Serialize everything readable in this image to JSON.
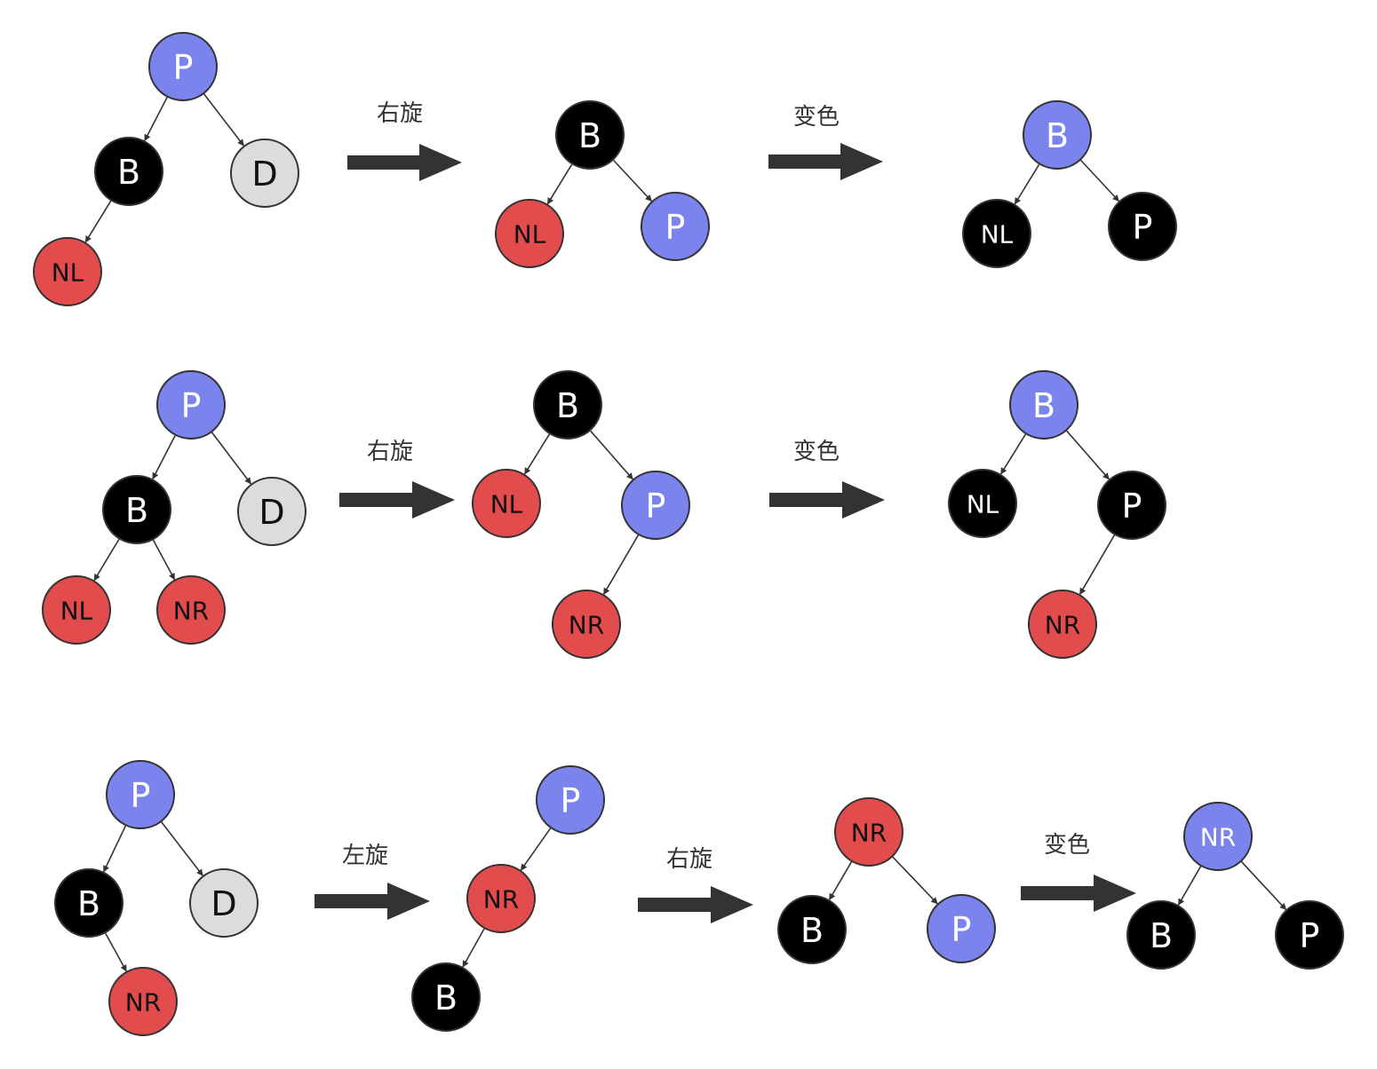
{
  "colors": {
    "blue": "#7b84ec",
    "black": "#000000",
    "red": "#e24c4c",
    "gray": "#dcdcdc",
    "outline": "#333333"
  },
  "rows": [
    {
      "steps": [
        {
          "nodes": [
            {
              "id": "P",
              "label": "P",
              "color": "blue"
            },
            {
              "id": "B",
              "label": "B",
              "color": "black"
            },
            {
              "id": "D",
              "label": "D",
              "color": "gray"
            },
            {
              "id": "NL",
              "label": "NL",
              "color": "red"
            }
          ],
          "edges": [
            [
              "P",
              "B"
            ],
            [
              "P",
              "D"
            ],
            [
              "B",
              "NL"
            ]
          ]
        },
        {
          "operation": "右旋",
          "nodes": [
            {
              "id": "B",
              "label": "B",
              "color": "black"
            },
            {
              "id": "NL",
              "label": "NL",
              "color": "red"
            },
            {
              "id": "P",
              "label": "P",
              "color": "blue"
            }
          ],
          "edges": [
            [
              "B",
              "NL"
            ],
            [
              "B",
              "P"
            ]
          ]
        },
        {
          "operation": "变色",
          "nodes": [
            {
              "id": "B",
              "label": "B",
              "color": "blue"
            },
            {
              "id": "NL",
              "label": "NL",
              "color": "black"
            },
            {
              "id": "P",
              "label": "P",
              "color": "black"
            }
          ],
          "edges": [
            [
              "B",
              "NL"
            ],
            [
              "B",
              "P"
            ]
          ]
        }
      ]
    },
    {
      "steps": [
        {
          "nodes": [
            {
              "id": "P",
              "label": "P",
              "color": "blue"
            },
            {
              "id": "B",
              "label": "B",
              "color": "black"
            },
            {
              "id": "D",
              "label": "D",
              "color": "gray"
            },
            {
              "id": "NL",
              "label": "NL",
              "color": "red"
            },
            {
              "id": "NR",
              "label": "NR",
              "color": "red"
            }
          ],
          "edges": [
            [
              "P",
              "B"
            ],
            [
              "P",
              "D"
            ],
            [
              "B",
              "NL"
            ],
            [
              "B",
              "NR"
            ]
          ]
        },
        {
          "operation": "右旋",
          "nodes": [
            {
              "id": "B",
              "label": "B",
              "color": "black"
            },
            {
              "id": "NL",
              "label": "NL",
              "color": "red"
            },
            {
              "id": "P",
              "label": "P",
              "color": "blue"
            },
            {
              "id": "NR",
              "label": "NR",
              "color": "red"
            }
          ],
          "edges": [
            [
              "B",
              "NL"
            ],
            [
              "B",
              "P"
            ],
            [
              "P",
              "NR"
            ]
          ]
        },
        {
          "operation": "变色",
          "nodes": [
            {
              "id": "B",
              "label": "B",
              "color": "blue"
            },
            {
              "id": "NL",
              "label": "NL",
              "color": "black"
            },
            {
              "id": "P",
              "label": "P",
              "color": "black"
            },
            {
              "id": "NR",
              "label": "NR",
              "color": "red"
            }
          ],
          "edges": [
            [
              "B",
              "NL"
            ],
            [
              "B",
              "P"
            ],
            [
              "P",
              "NR"
            ]
          ]
        }
      ]
    },
    {
      "steps": [
        {
          "nodes": [
            {
              "id": "P",
              "label": "P",
              "color": "blue"
            },
            {
              "id": "B",
              "label": "B",
              "color": "black"
            },
            {
              "id": "D",
              "label": "D",
              "color": "gray"
            },
            {
              "id": "NR",
              "label": "NR",
              "color": "red"
            }
          ],
          "edges": [
            [
              "P",
              "B"
            ],
            [
              "P",
              "D"
            ],
            [
              "B",
              "NR"
            ]
          ]
        },
        {
          "operation": "左旋",
          "nodes": [
            {
              "id": "P",
              "label": "P",
              "color": "blue"
            },
            {
              "id": "NR",
              "label": "NR",
              "color": "red"
            },
            {
              "id": "B",
              "label": "B",
              "color": "black"
            }
          ],
          "edges": [
            [
              "P",
              "NR"
            ],
            [
              "NR",
              "B"
            ]
          ]
        },
        {
          "operation": "右旋",
          "nodes": [
            {
              "id": "NR",
              "label": "NR",
              "color": "red"
            },
            {
              "id": "B",
              "label": "B",
              "color": "black"
            },
            {
              "id": "P",
              "label": "P",
              "color": "blue"
            }
          ],
          "edges": [
            [
              "NR",
              "B"
            ],
            [
              "NR",
              "P"
            ]
          ]
        },
        {
          "operation": "变色",
          "nodes": [
            {
              "id": "NR",
              "label": "NR",
              "color": "blue"
            },
            {
              "id": "B",
              "label": "B",
              "color": "black"
            },
            {
              "id": "P",
              "label": "P",
              "color": "black"
            }
          ],
          "edges": [
            [
              "NR",
              "B"
            ],
            [
              "NR",
              "P"
            ]
          ]
        }
      ]
    }
  ]
}
